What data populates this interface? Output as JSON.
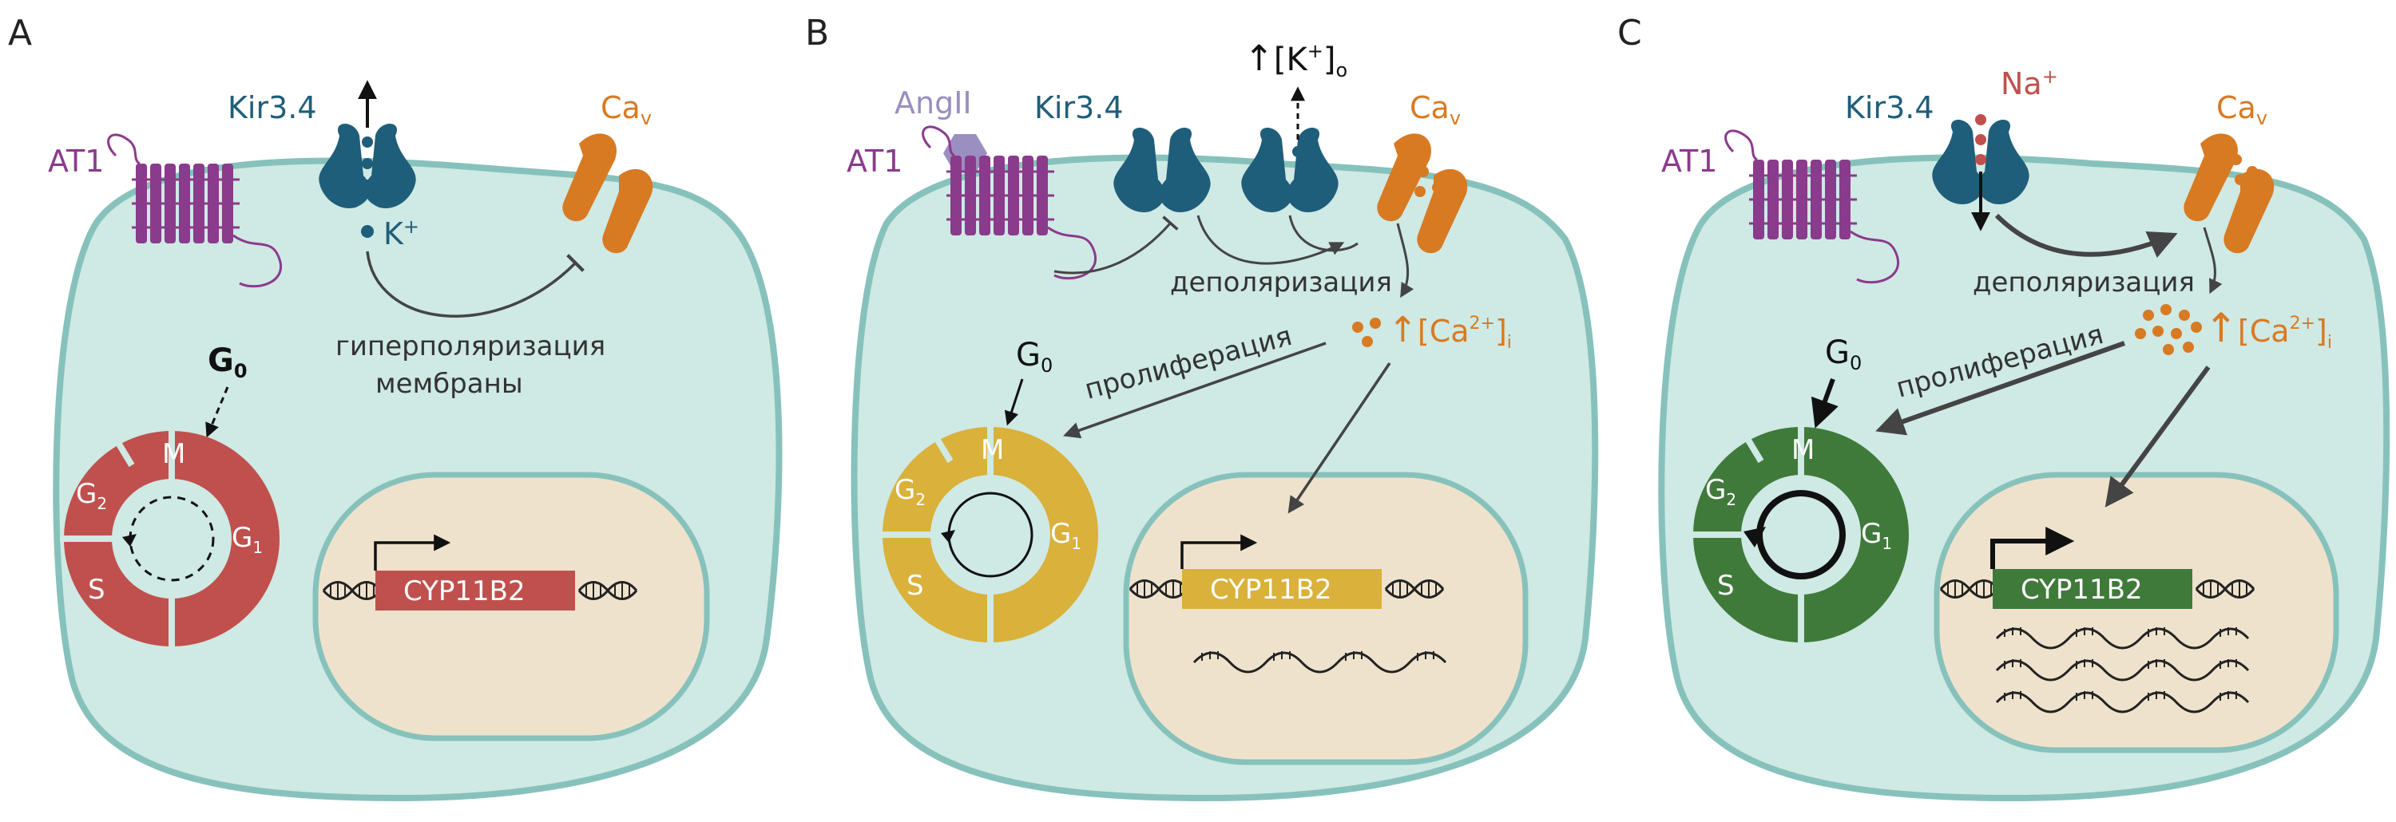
{
  "panels": [
    {
      "letter": "A",
      "at1": "AT1",
      "kir": "Kir3.4",
      "ca": "Ca",
      "ca_sub": "v",
      "k_ion": "K",
      "k_sup": "+",
      "g0": "G",
      "g0_sub": "0",
      "hyper_line1": "гиперполяризация",
      "hyper_line2": "мембраны",
      "phases": {
        "m": "M",
        "g2": "G",
        "g2_sub": "2",
        "g1": "G",
        "g1_sub": "1",
        "s": "S"
      },
      "gene": "CYP11B2",
      "color": "#c0504d"
    },
    {
      "letter": "B",
      "angii": "AngII",
      "at1": "AT1",
      "kir": "Kir3.4",
      "ca": "Ca",
      "ca_sub": "v",
      "ko_open": "[K",
      "ko_sup": "+",
      "ko_close": "]",
      "ko_sub": "o",
      "depol": "деполяризация",
      "ca_i_open": "[Ca",
      "ca_i_sup": "2+",
      "ca_i_close": "]",
      "ca_i_sub": "i",
      "prolif": "пролиферация",
      "g0": "G",
      "g0_sub": "0",
      "phases": {
        "m": "M",
        "g2": "G",
        "g2_sub": "2",
        "g1": "G",
        "g1_sub": "1",
        "s": "S"
      },
      "gene": "CYP11B2",
      "color": "#d9b13b"
    },
    {
      "letter": "C",
      "at1": "AT1",
      "kir": "Kir3.4",
      "na": "Na",
      "na_sup": "+",
      "ca": "Ca",
      "ca_sub": "v",
      "depol": "деполяризация",
      "ca_i_open": "[Ca",
      "ca_i_sup": "2+",
      "ca_i_close": "]",
      "ca_i_sub": "i",
      "prolif": "пролиферация",
      "g0": "G",
      "g0_sub": "0",
      "phases": {
        "m": "M",
        "g2": "G",
        "g2_sub": "2",
        "g1": "G",
        "g1_sub": "1",
        "s": "S"
      },
      "gene": "CYP11B2",
      "color": "#3f7a3a"
    }
  ],
  "colors": {
    "cell_fill": "#cfe9e4",
    "cell_stroke": "#86c2bb",
    "nucleus_fill": "#efe2cc",
    "nucleus_stroke": "#86c2bb",
    "kir": "#1f5e7a",
    "at1": "#8a3b8c",
    "cav": "#d87a22",
    "angii": "#9a8fc0",
    "arrow": "#444444",
    "na": "#c0504d"
  }
}
